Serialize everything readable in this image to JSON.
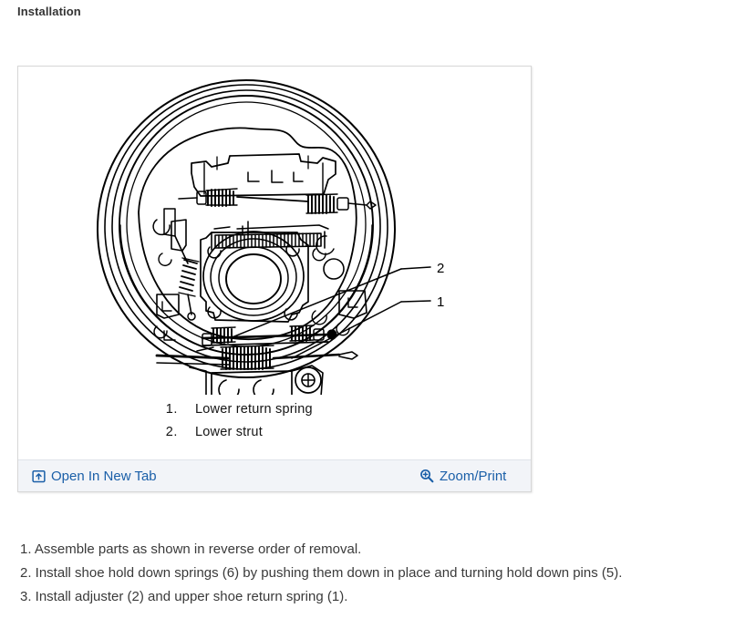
{
  "page_title": "Installation",
  "figure": {
    "caption_items": [
      {
        "num": "1.",
        "text": "Lower return spring"
      },
      {
        "num": "2.",
        "text": "Lower strut"
      }
    ],
    "callouts": [
      {
        "id": "2",
        "label": "2"
      },
      {
        "id": "1",
        "label": "1"
      }
    ],
    "alt": "Drum brake assembly exploded view showing lower return spring and lower strut",
    "footer": {
      "open_in_new_tab": {
        "label": "Open In New Tab",
        "icon": "open-in-new-tab-icon"
      },
      "zoom_print": {
        "label": "Zoom/Print",
        "icon": "magnifier-plus-icon"
      }
    }
  },
  "steps": [
    "1. Assemble parts as shown in reverse order of removal.",
    "2. Install shoe hold down springs (6) by pushing them down in place and turning hold down pins (5).",
    "3. Install adjuster (2) and upper shoe return spring (1)."
  ],
  "colors": {
    "link": "#1a5fa8",
    "footer_bg": "#f2f4f8",
    "panel_border": "#d7d7d7",
    "text": "#333333"
  }
}
